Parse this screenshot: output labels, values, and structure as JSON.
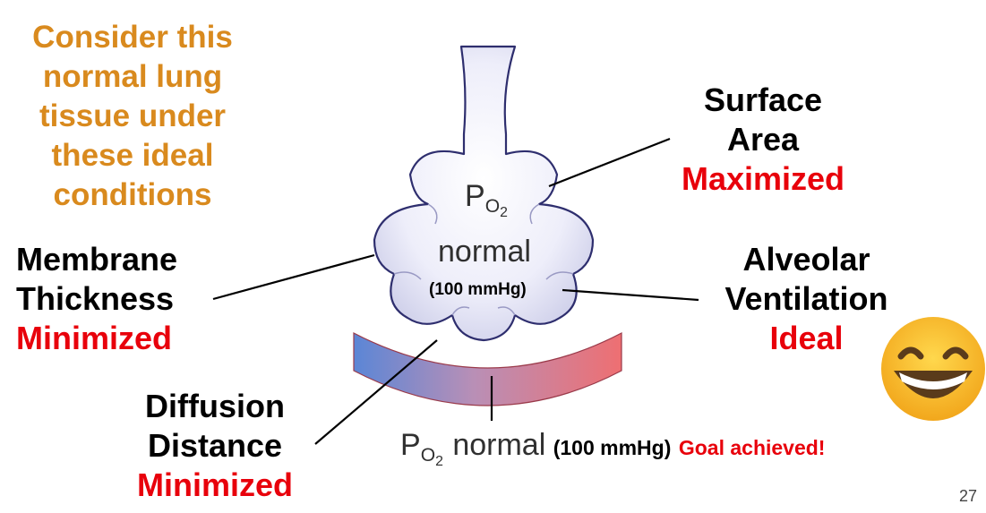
{
  "intro": {
    "lines": [
      "Consider this",
      "normal lung",
      "tissue under",
      "these ideal",
      "conditions"
    ]
  },
  "labels": {
    "surface_area": {
      "line1": "Surface",
      "line2": "Area",
      "status": "Maximized"
    },
    "membrane": {
      "line1": "Membrane",
      "line2": "Thickness",
      "status": "Minimized"
    },
    "alveolar": {
      "line1": "Alveolar",
      "line2": "Ventilation",
      "status": "Ideal"
    },
    "diffusion": {
      "line1": "Diffusion",
      "line2": "Distance",
      "status": "Minimized"
    }
  },
  "alveolus": {
    "po2_p": "P",
    "po2_o": "O",
    "po2_sub": "2",
    "value": "normal",
    "pressure": "(100 mmHg)"
  },
  "blood": {
    "po2_p": "P",
    "po2_o": "O",
    "po2_sub": "2",
    "value": "normal",
    "pressure": "(100 mmHg)",
    "goal": "Goal achieved!"
  },
  "emoji": {
    "icon": "grinning-face-icon"
  },
  "page_number": "27",
  "colors": {
    "orange": "#d98a1e",
    "red": "#e8000b",
    "alveolus_fill": "#e6e6f5",
    "alveolus_stroke": "#2e2e6e"
  }
}
